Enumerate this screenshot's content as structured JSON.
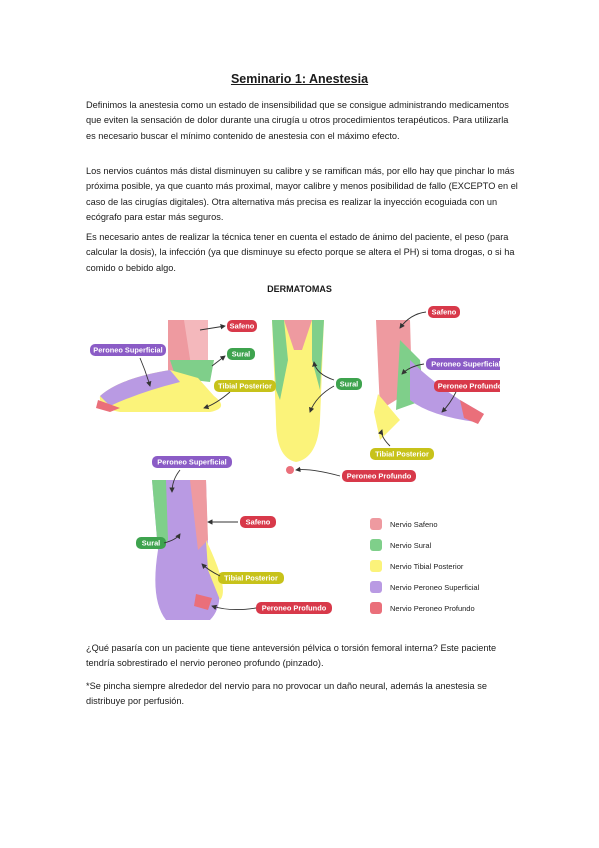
{
  "document": {
    "title": "Seminario 1: Anestesia",
    "paragraphs": [
      "Definimos la anestesia como un estado de insensibilidad que se consigue administrando medicamentos que eviten la sensación de dolor durante una cirugía u otros procedimientos terapéuticos. Para utilizarla es necesario buscar el mínimo contenido de anestesia con el máximo efecto.",
      "Los nervios cuántos más distal disminuyen su calibre y se ramifican más, por ello hay que pinchar lo más próxima posible, ya que cuanto más proximal, mayor calibre y menos posibilidad de fallo (EXCEPTO en el caso de las cirugías digitales). Otra alternativa más precisa es realizar la inyección ecoguiada con un ecógrafo para estar más seguros.",
      "Es necesario antes de realizar la técnica tener en cuenta el estado de ánimo del paciente, el peso (para calcular la dosis), la infección (ya que disminuye su efecto porque se altera el PH) si toma drogas, o  si ha comido o bebido algo.",
      "¿Qué pasaría con un paciente que tiene anteversión pélvica o torsión femoral interna? Este paciente tendría sobrestirado el nervio peroneo profundo (pinzado).",
      "*Se pincha siempre alrededor del nervio para no provocar un daño neural, además la anestesia se distribuye por perfusión."
    ]
  },
  "figure": {
    "title": "DERMATOMAS",
    "labels": {
      "safeno": "Safeno",
      "sural": "Sural",
      "peroneo_superficial": "Peroneo Superficial",
      "tibial_posterior": "Tibial Posterior",
      "peroneo_profundo": "Peroneo Profundo"
    },
    "legend": [
      {
        "label": "Nervio Safeno",
        "color": "#ee9aa0"
      },
      {
        "label": "Nervio Sural",
        "color": "#7fcf8a"
      },
      {
        "label": "Nervio Tibial Posterior",
        "color": "#fbf37a"
      },
      {
        "label": "Nervio Peroneo Superficial",
        "color": "#b99ae3"
      },
      {
        "label": "Nervio Peroneo Profundo",
        "color": "#ea6f7a"
      }
    ],
    "colors": {
      "safeno": "#ee9aa0",
      "sural": "#7fcf8a",
      "tibial": "#fbf37a",
      "peroneo_superficial": "#b99ae3",
      "peroneo_profundo": "#ea6f7a",
      "label_red": "#d8394a",
      "label_green": "#3ea34e",
      "label_yellow": "#c7c21a",
      "label_purple": "#8b5cc6"
    }
  }
}
